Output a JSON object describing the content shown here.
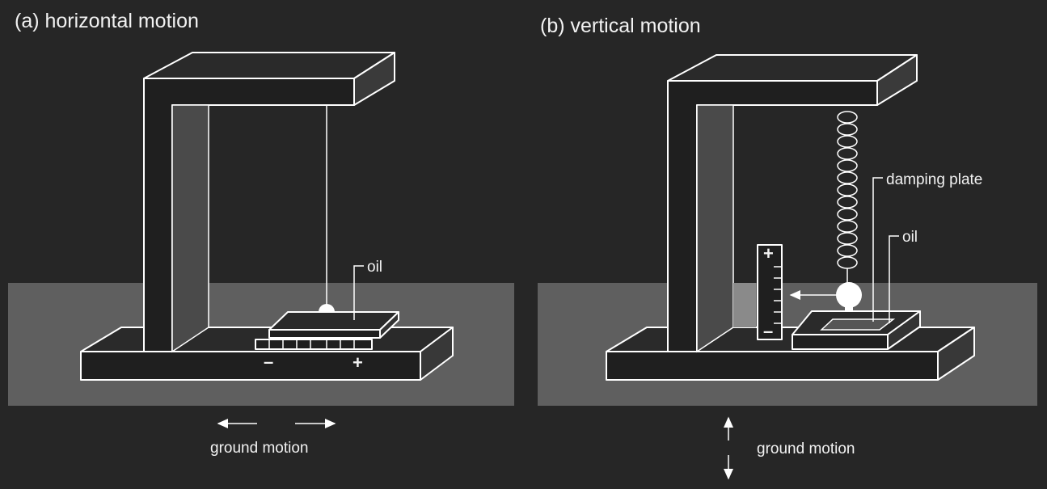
{
  "panel_a": {
    "title": "(a)  horizontal motion",
    "oil_label": "oil",
    "minus": "–",
    "plus": "+",
    "ground_motion_label": "ground motion"
  },
  "panel_b": {
    "title": "(b)  vertical motion",
    "damping_label": "damping plate",
    "oil_label": "oil",
    "plus": "+",
    "minus": "–",
    "ground_motion_label": "ground motion"
  },
  "colors": {
    "background": "#262626",
    "ground": "#5f5f5f",
    "outline": "#ffffff",
    "frame_inner": "#4a4a4a"
  }
}
